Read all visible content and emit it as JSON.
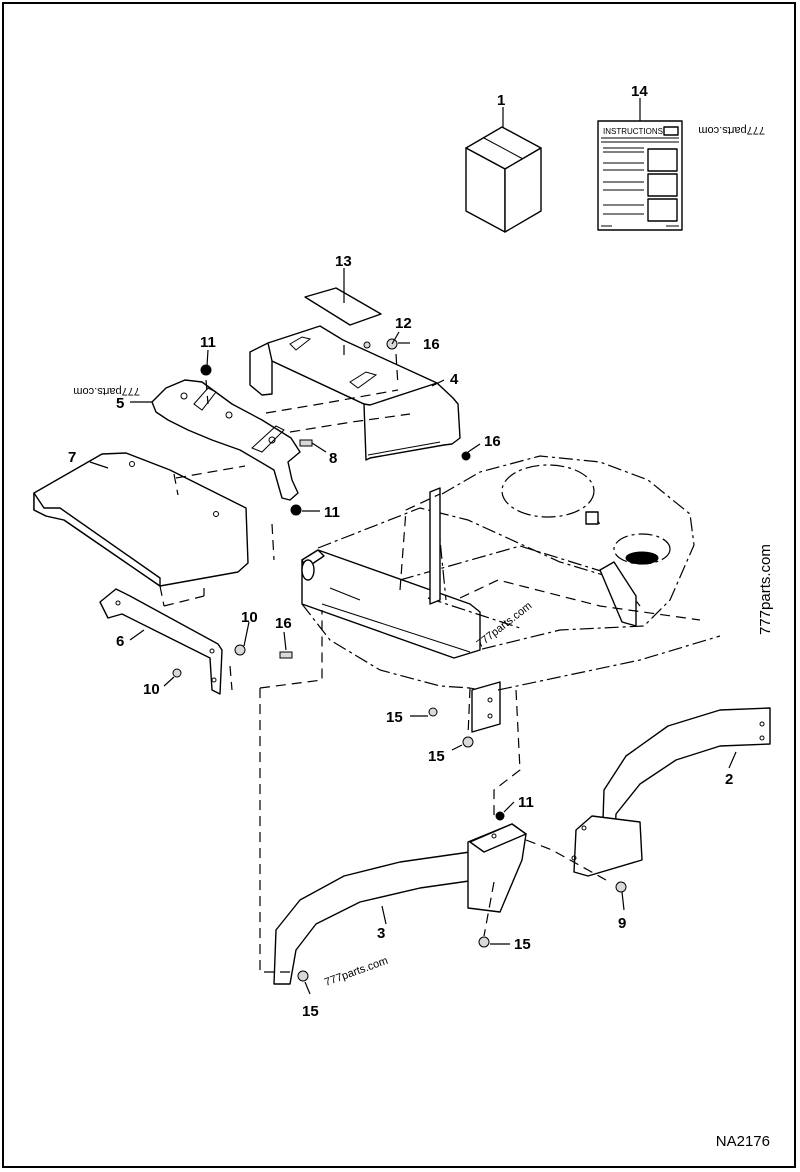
{
  "diagram": {
    "reference_code": "NA2176",
    "watermark": "777parts.com",
    "instructions_sheet": {
      "heading": "INSTRUCTIONS"
    },
    "callouts": {
      "c1": "1",
      "c14": "14",
      "c13": "13",
      "c12": "12",
      "c16a": "16",
      "c11a": "11",
      "c4": "4",
      "c5": "5",
      "c8": "8",
      "c16b": "16",
      "c7": "7",
      "c11b": "11",
      "c10a": "10",
      "c16c": "16",
      "c6": "6",
      "c10b": "10",
      "c15a": "15",
      "c15b": "15",
      "c2": "2",
      "c11c": "11",
      "c3": "3",
      "c9": "9",
      "c15c": "15",
      "c15d": "15"
    }
  }
}
